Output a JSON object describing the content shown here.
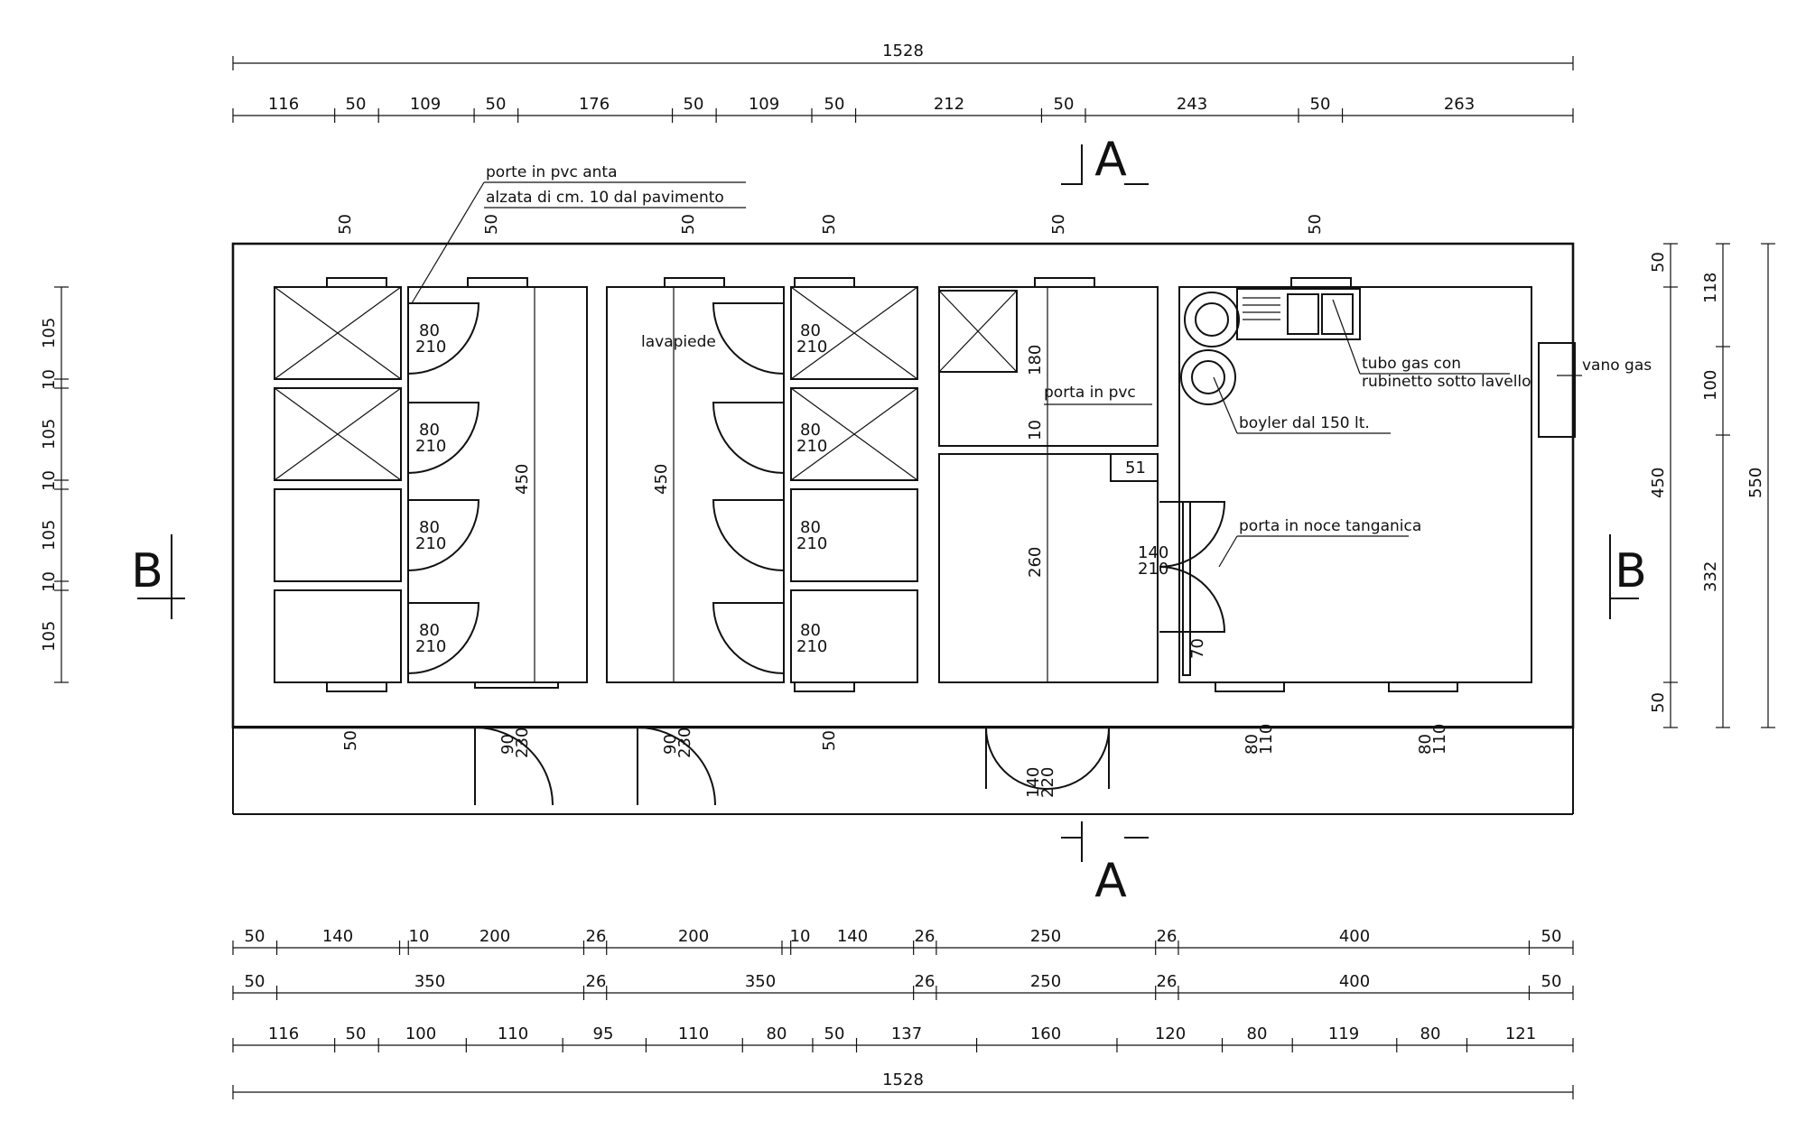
{
  "total_length_label": "1528",
  "top_dims": [
    "116",
    "50",
    "109",
    "50",
    "176",
    "50",
    "109",
    "50",
    "212",
    "50",
    "243",
    "50",
    "263"
  ],
  "bottom_rows": [
    [
      "50",
      "140",
      "10",
      "200",
      "26",
      "200",
      "10",
      "140",
      "26",
      "250",
      "26",
      "400",
      "50"
    ],
    [
      "50",
      "350",
      "26",
      "350",
      "26",
      "250",
      "26",
      "400",
      "50"
    ],
    [
      "116",
      "50",
      "100",
      "110",
      "95",
      "110",
      "80",
      "50",
      "137",
      "160",
      "120",
      "80",
      "119",
      "80",
      "121"
    ]
  ],
  "left_dims": [
    "105",
    "10",
    "105",
    "10",
    "105",
    "10",
    "105"
  ],
  "right_dims_inner": [
    "50",
    "450",
    "50"
  ],
  "right_dims_middle": [
    "118",
    "100",
    "332"
  ],
  "right_dims_outer": "550",
  "section_marks": {
    "a": "A",
    "b": "B"
  },
  "notes": {
    "door_note_line1": "porte in pvc anta",
    "door_note_line2": "alzata di cm. 10 dal pavimento",
    "lavapiede": "lavapiede",
    "porta_pvc": "porta in pvc",
    "tubo_gas_line1": "tubo gas con",
    "tubo_gas_line2": "rubinetto sotto lavello",
    "boyler": "boyler dal 150 lt.",
    "vano_gas": "vano gas",
    "porta_noce": "porta in noce tanganica"
  },
  "window_label": "50",
  "door_sizes": {
    "cubicle_w": "80",
    "cubicle_h": "210",
    "main_w": "90",
    "main_h": "230",
    "double_w": "140",
    "double_h": "220",
    "inner_w": "140",
    "inner_h": "210",
    "kitchen_w": "80",
    "kitchen_h": "110"
  },
  "room_labels": {
    "len450": "450",
    "len260": "260",
    "len180": "180",
    "len10": "10",
    "len51": "51",
    "len70": "70"
  }
}
